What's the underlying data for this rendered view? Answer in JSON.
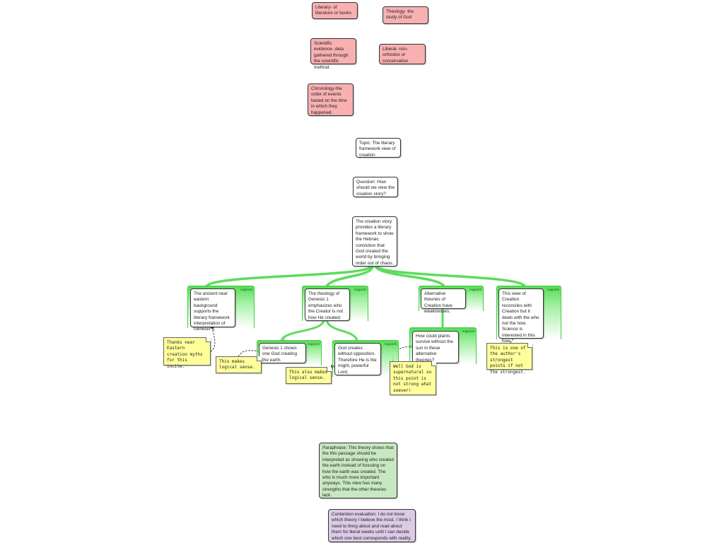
{
  "definitions": {
    "literary": "Literary- of literature or books",
    "theology": "Theology- the study of God",
    "scientific": "Scientific evidence- data gathered through the scientific method.",
    "liberal": "Liberal- non-orthodox or conservative",
    "chronology": "Chronology-the order of events based on the time in which they happened."
  },
  "topic": "Topic: The literary framework view of creation",
  "question": "Question: How should we view the creation story?",
  "contention": "The creation story provides a literary framework to show the Hebraic conviction that God created the world by bringing order out of chaos.",
  "supports_label": "supports",
  "reasons": {
    "r1": "The ancient near eastern background supports the literary framework interpretation of Genesis 1.",
    "r2": "The theology of Genesis 1 emphasizes who the Creator is not how He created.",
    "r3": "Alternative theories of Creation have weaknesses.",
    "r4": "This view of Creation reconciles with Creation but it deals with the who not the how. Science is interested in this how."
  },
  "sub_reasons": {
    "r2a": "Genesis 1 shows one God creating the earth.",
    "r2b": "God creates without opposition. Therefore He is the might, powerful Lord.",
    "r3a": "How could plants survive without the sun in these alternative theories?"
  },
  "notes": {
    "n1": "Thanks near Eastern creation myths for this incite.",
    "n2": "This makes logical sense.",
    "n3": "This also makes logical sense.",
    "n4": "Well God is supernatural so this point is not strong what soever!",
    "n5": "This is one of the author's strongest points if not the strongest."
  },
  "paraphrase": "Paraphrase: This theory shows that the this passage should be interpreted as showing who created the earth instead of focusing on how the earth was created. The who is much more important anyways. This view has many strengths that the other theories lack.",
  "evaluation": "Contention evaluation: I do not know which theory I believe the most. I think I need to thing about and read about them for literal weeks until I can decide which one best corresponds with reality.",
  "colors": {
    "definition": "#f8b0b0",
    "support_green": "#55dd55",
    "note_yellow": "#fefe9a",
    "paraphrase": "#c8e8c2",
    "evaluation": "#dccbe6",
    "tick": "#7ec8e8"
  }
}
